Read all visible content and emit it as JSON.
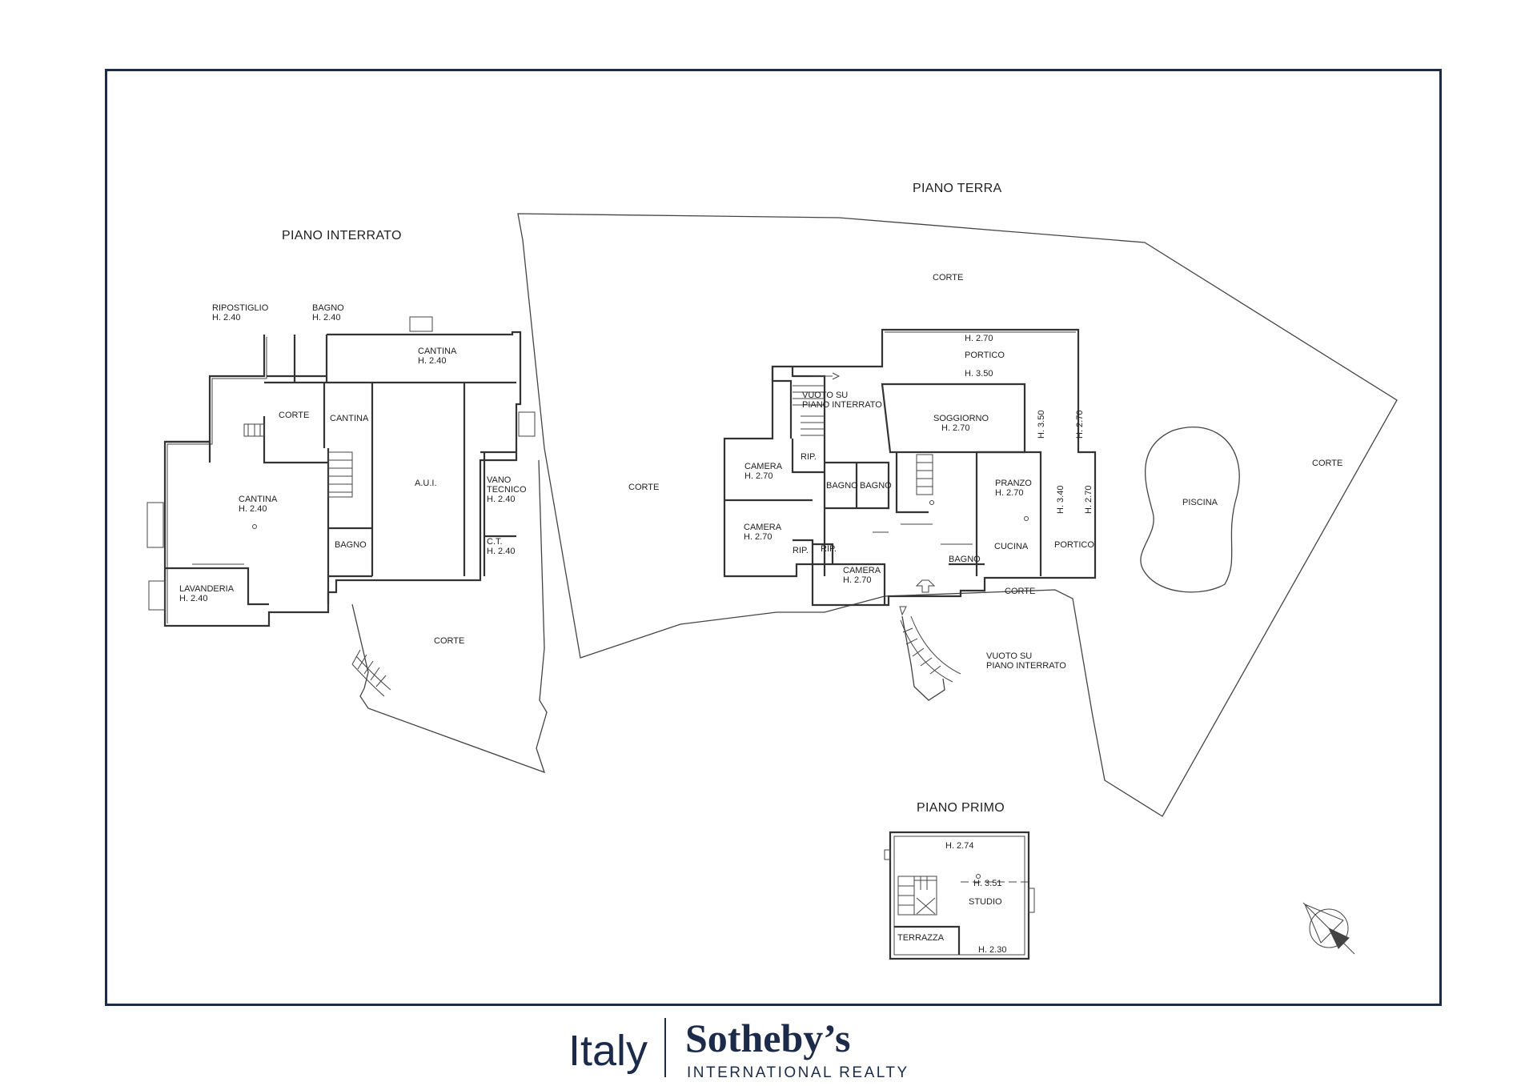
{
  "floors": {
    "interrato": {
      "title": "PIANO INTERRATO",
      "rooms": [
        {
          "name": "RIPOSTIGLIO",
          "height": "H. 2.40"
        },
        {
          "name": "BAGNO",
          "height": "H. 2.40"
        },
        {
          "name": "CANTINA",
          "height": "H. 2.40"
        },
        {
          "name": "CORTE",
          "height": ""
        },
        {
          "name": "CANTINA",
          "height": ""
        },
        {
          "name": "CANTINA",
          "height": "H. 2.40"
        },
        {
          "name": "A.U.I.",
          "height": ""
        },
        {
          "name": "VANO",
          "name2": "TECNICO",
          "height": "H. 2.40"
        },
        {
          "name": "BAGNO",
          "height": ""
        },
        {
          "name": "C.T.",
          "height": "H. 2.40"
        },
        {
          "name": "LAVANDERIA",
          "height": "H. 2.40"
        },
        {
          "name": "CORTE",
          "height": ""
        }
      ]
    },
    "terra": {
      "title": "PIANO TERRA",
      "rooms": [
        {
          "name": "CORTE",
          "height": ""
        },
        {
          "name": "PORTICO",
          "height": "H. 2.70",
          "height2": "H. 3.50"
        },
        {
          "name": "VUOTO SU",
          "name2": "PIANO INTERRATO",
          "height": ""
        },
        {
          "name": "SOGGIORNO",
          "height": "H. 2.70"
        },
        {
          "name": "CAMERA",
          "height": "H. 2.70"
        },
        {
          "name": "RIP.",
          "height": ""
        },
        {
          "name": "BAGNO",
          "height": ""
        },
        {
          "name": "BAGNO",
          "height": ""
        },
        {
          "name": "PRANZO",
          "height": "H. 2.70"
        },
        {
          "name": "CORTE",
          "height": ""
        },
        {
          "name": "CAMERA",
          "height": "H. 2.70"
        },
        {
          "name": "RIP.",
          "height": ""
        },
        {
          "name": "RIP.",
          "height": ""
        },
        {
          "name": "CUCINA",
          "height": ""
        },
        {
          "name": "PORTICO",
          "height": ""
        },
        {
          "name": "BAGNO",
          "height": ""
        },
        {
          "name": "CAMERA",
          "height": "H. 2.70"
        },
        {
          "name": "CORTE",
          "height": ""
        },
        {
          "name": "PISCINA",
          "height": ""
        },
        {
          "name": "CORTE",
          "height": ""
        },
        {
          "name": "VUOTO SU",
          "name2": "PIANO INTERRATO",
          "height": ""
        }
      ],
      "vertical_heights": [
        "H. 3.50",
        "H. 2.70",
        "H. 3.40",
        "H. 2.70"
      ]
    },
    "primo": {
      "title": "PIANO PRIMO",
      "rooms": [
        {
          "name": "STUDIO",
          "height": "H. 2.74",
          "height2": "H. 3.51"
        },
        {
          "name": "TERRAZZA",
          "height": "H. 2.30"
        }
      ]
    }
  },
  "north_arrow_icon": "north-arrow-icon",
  "brand": {
    "country": "Italy",
    "name": "Sotheby’s",
    "subtitle": "INTERNATIONAL REALTY",
    "color": "#1c2b4a"
  }
}
